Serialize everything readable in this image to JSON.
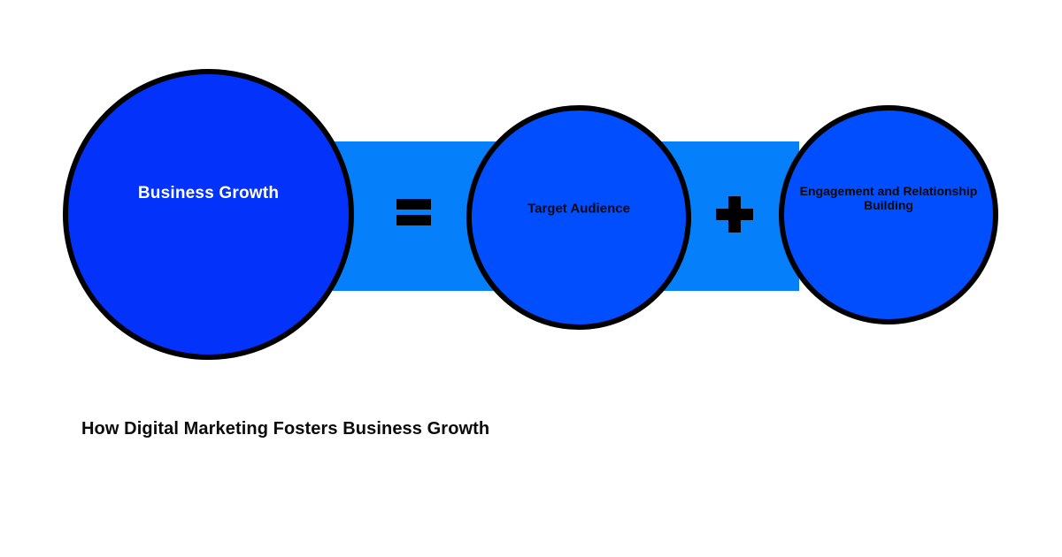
{
  "page": {
    "background": "#ffffff",
    "title": "How Digital Marketing Fosters Business Growth"
  },
  "diagram": {
    "connector": {
      "name": "horizontal-band",
      "color": "#067FFB"
    },
    "operators": {
      "equals": "=",
      "plus": "+",
      "color": "#000000"
    },
    "nodes": [
      {
        "id": "business-growth",
        "label": "Business Growth",
        "fill": "#0333FB",
        "text_color": "#ffffff",
        "border_color": "#000000"
      },
      {
        "id": "target-audience",
        "label": "Target Audience",
        "fill": "#004EFE",
        "text_color": "#0a0a0a",
        "border_color": "#000000"
      },
      {
        "id": "engagement-relationship",
        "label": "Engagement and Relationship Building",
        "fill": "#004EFE",
        "text_color": "#0a0a0a",
        "border_color": "#000000"
      }
    ]
  }
}
